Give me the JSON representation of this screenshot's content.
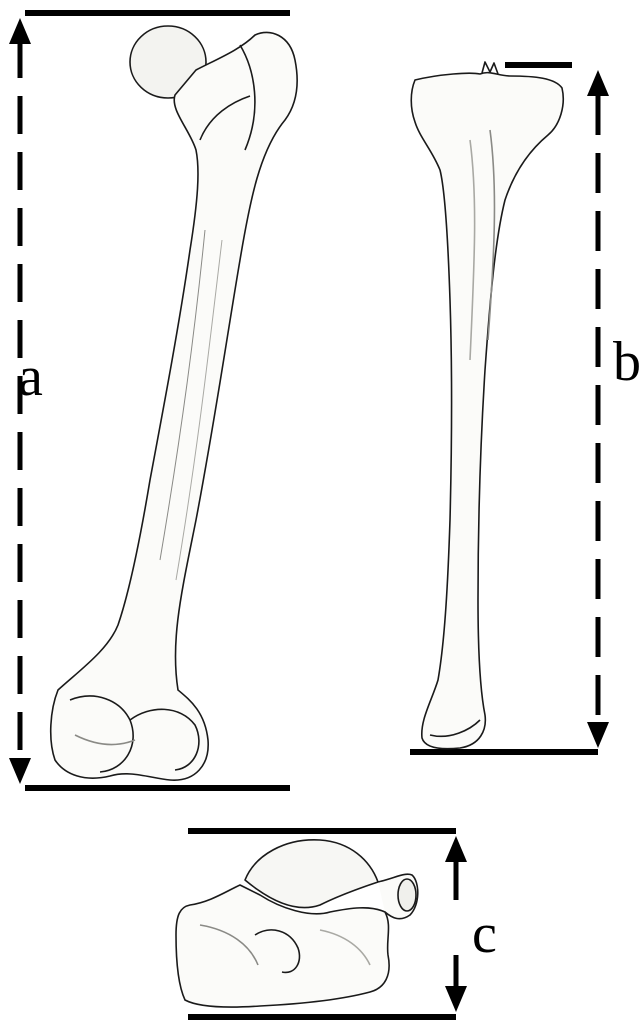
{
  "labels": {
    "a": "a",
    "b": "b",
    "c": "c"
  },
  "colors": {
    "ink": "#1a1a1a",
    "bone_fill": "#fbfbf9",
    "bone_shade": "#d9d9d4",
    "line": "#000000"
  },
  "measurements": [
    {
      "label": "a",
      "bone": "femur-icon"
    },
    {
      "label": "b",
      "bone": "tibia-icon"
    },
    {
      "label": "c",
      "bone": "talus-icon"
    }
  ]
}
